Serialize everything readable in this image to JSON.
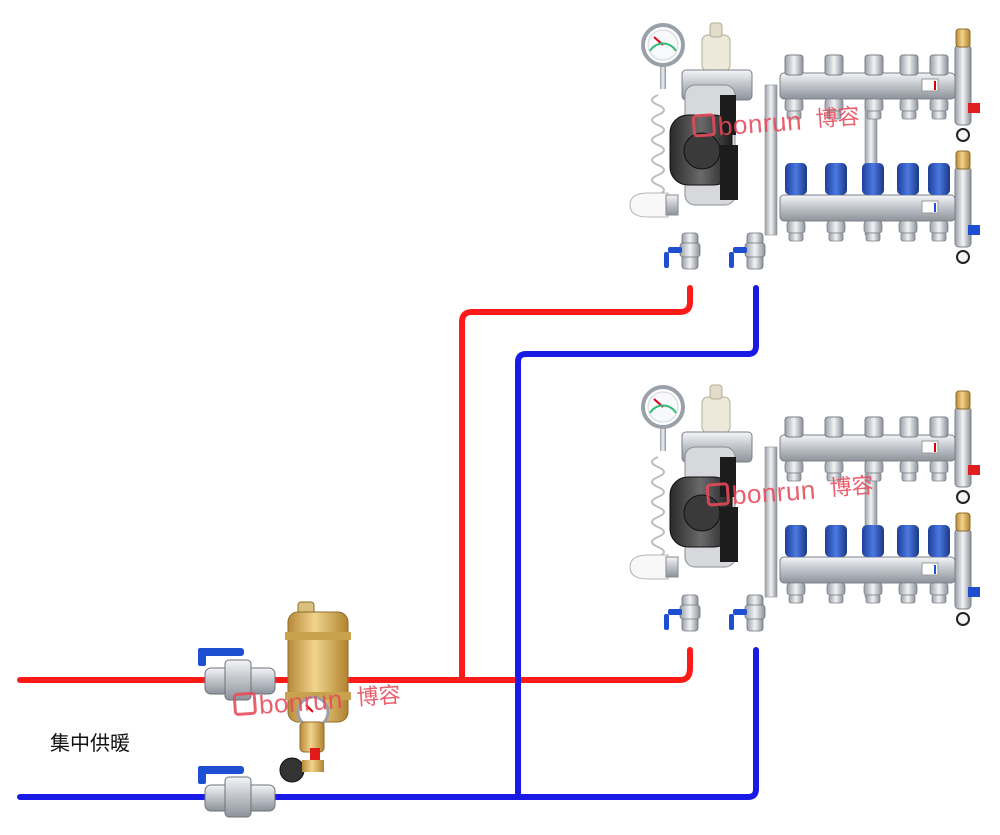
{
  "caption": "集中供暖",
  "watermark": {
    "latin": "bonrun",
    "chinese": "博容"
  },
  "colors": {
    "supply_pipe": "#ff1a1a",
    "return_pipe": "#1a1ae6",
    "watermark": "#e84a5a",
    "brass": "#d9b35a",
    "chrome": "#c9ccd1",
    "blue_cap": "#2f59c4"
  },
  "icons": {
    "manifold": "manifold-icon",
    "pump": "circulation-pump-icon",
    "gauge": "pressure-gauge-icon",
    "ball_valve": "ball-valve-icon",
    "separator": "dirt-separator-icon"
  }
}
